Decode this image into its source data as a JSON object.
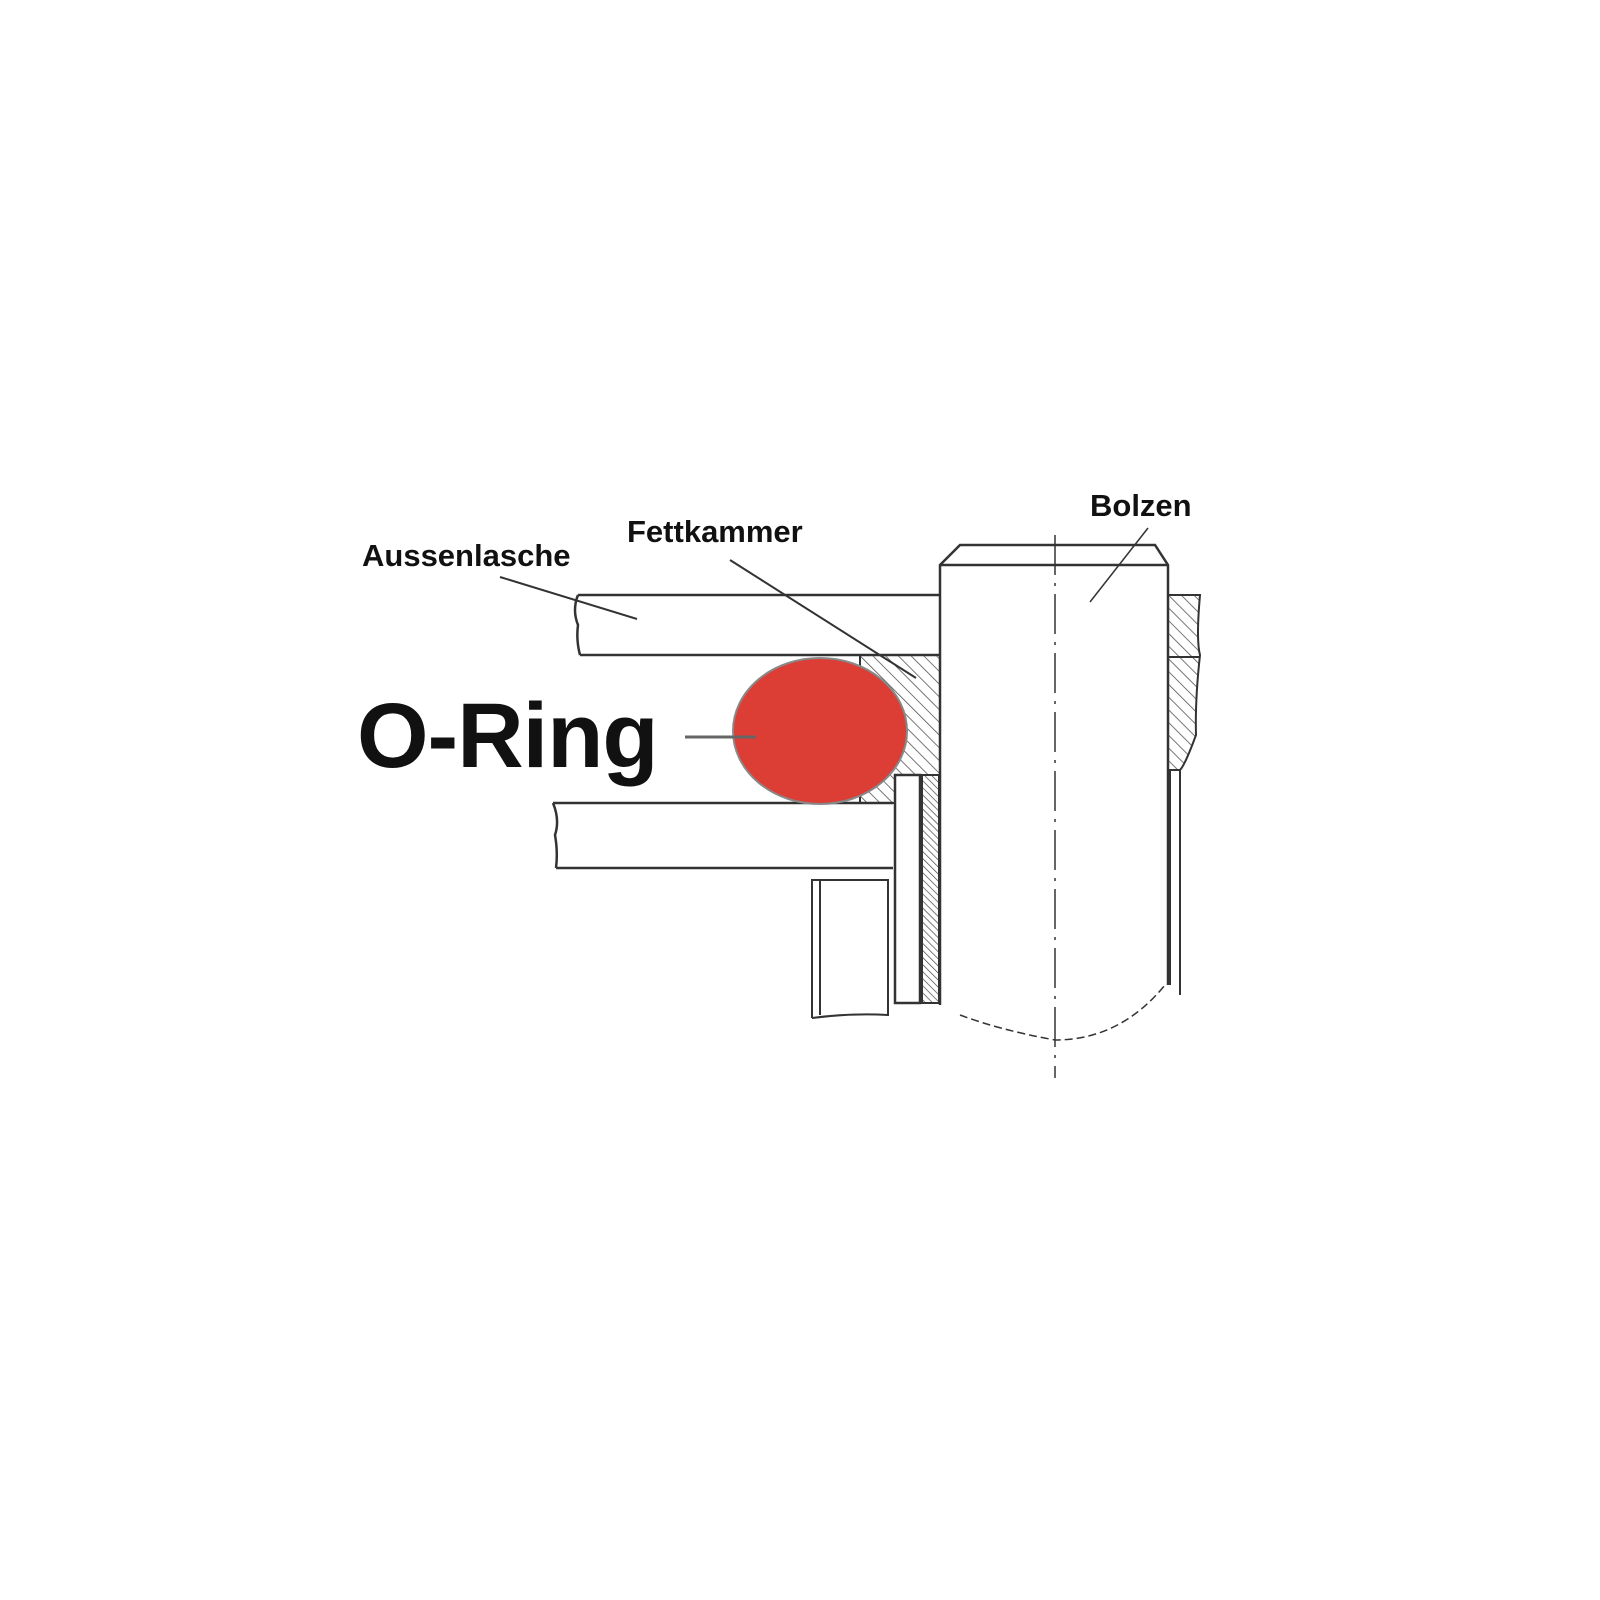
{
  "diagram": {
    "labels": {
      "outer_plate": "Aussenlasche",
      "grease_chamber": "Fettkammer",
      "pin": "Bolzen",
      "o_ring": "O-Ring"
    },
    "colors": {
      "o_ring_fill": "#dc3d34",
      "line": "#333333",
      "text": "#111111"
    }
  }
}
